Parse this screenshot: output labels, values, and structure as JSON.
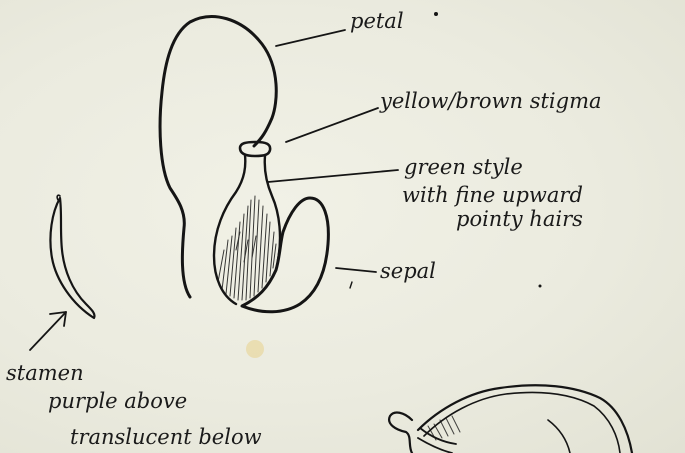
{
  "labels": {
    "petal": "petal",
    "stigma": "yellow/brown stigma",
    "style_line1": "green style",
    "style_line2": "with fine upward",
    "style_line3": "pointy hairs",
    "sepal": "sepal",
    "stamen_line1": "stamen",
    "stamen_line2": "purple above",
    "stamen_line3": "translucent below"
  },
  "colors": {
    "paper": "#ebebdf",
    "ink": "#151515",
    "stain": "#e8d9a6"
  }
}
